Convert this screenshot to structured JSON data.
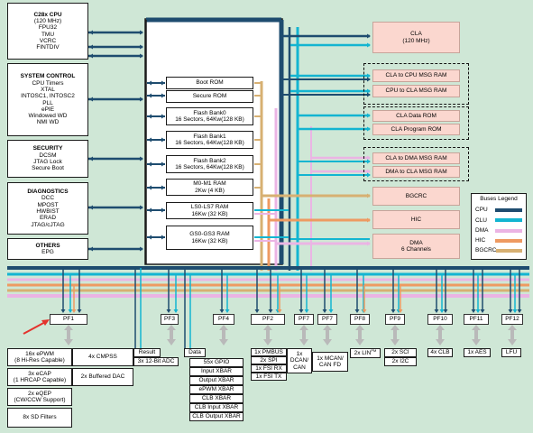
{
  "colors": {
    "cpu": "#1e4c6f",
    "cla": "#13b5d1",
    "dma": "#ebb4e4",
    "hic": "#ee9a62",
    "bgcrc": "#d7b072",
    "background": "#cfe7d6",
    "arrow": "#e4332d",
    "gray_arrow": "#b9b9b9"
  },
  "left_blocks": {
    "cpu": {
      "title": "C28x CPU",
      "lines": [
        "(120 MHz)",
        "FPU32",
        "TMU",
        "VCRC",
        "FINTDIV"
      ]
    },
    "system": {
      "title": "SYSTEM CONTROL",
      "lines": [
        "CPU Timers",
        "XTAL",
        "INTOSC1, INTOSC2",
        "PLL",
        "ePIE",
        "Windowed WD",
        "NMI WD"
      ]
    },
    "security": {
      "title": "SECURITY",
      "lines": [
        "DCSM",
        "JTAG Lock",
        "Secure Boot"
      ]
    },
    "diagnostics": {
      "title": "DIAGNOSTICS",
      "lines": [
        "DCC",
        "MPOST",
        "HWBIST",
        "ERAD",
        "JTAG/cJTAG"
      ]
    },
    "others": {
      "title": "OTHERS",
      "lines": [
        "EPG"
      ]
    }
  },
  "memory": {
    "boot_rom": "Boot ROM",
    "secure_rom": "Secure ROM",
    "flash0": [
      "Flash Bank0",
      "16 Sectors, 64Kw(128 KB)"
    ],
    "flash1": [
      "Flash Bank1",
      "16 Sectors, 64Kw(128 KB)"
    ],
    "flash2": [
      "Flash Bank2",
      "16 Sectors, 64Kw(128 KB)"
    ],
    "m0m1": [
      "M0-M1 RAM",
      "2Kw (4 KB)"
    ],
    "ls": [
      "LS0-LS7 RAM",
      "16Kw (32 KB)"
    ],
    "gs": [
      "GS0-GS3 RAM",
      "16Kw (32 KB)"
    ]
  },
  "right_blocks": {
    "cla": [
      "CLA",
      "(120 MHz)"
    ],
    "cla_cpu": "CLA to CPU MSG RAM",
    "cpu_cla": "CPU to CLA MSG RAM",
    "cla_data": "CLA Data ROM",
    "cla_prog": "CLA Program ROM",
    "cla_dma": "CLA to DMA MSG RAM",
    "dma_cla": "DMA to CLA MSG RAM",
    "bgcrc": "BGCRC",
    "hic": "HIC",
    "dma": [
      "DMA",
      "6 Channels"
    ]
  },
  "legend": {
    "title": "Buses Legend",
    "items": [
      "CPU",
      "CLU",
      "DMA",
      "HIC",
      "BGCRC"
    ]
  },
  "peripheral_frames": [
    "PF1",
    "PF3",
    "PF4",
    "PF2",
    "PF7",
    "PF7",
    "PF8",
    "PF9",
    "PF10",
    "PF11",
    "PF12"
  ],
  "peripherals": {
    "epwm": [
      "16x ePWM",
      "(8 Hi-Res Capable)"
    ],
    "ecap": [
      "3x eCAP",
      "(1 HRCAP Capable)"
    ],
    "eqep": [
      "2x eQEP",
      "(CW/CCW Support)"
    ],
    "sd": "8x SD Filters",
    "cmpss": "4x CMPSS",
    "dac": "2x Buffered DAC",
    "result": "Result",
    "adc": "3x 12-Bit ADC",
    "data": "Data",
    "gpio": "55x GPIO",
    "xbars": [
      "Input XBAR",
      "Output XBAR",
      "ePWM XBAR",
      "CLB XBAR",
      "CLB Input XBAR",
      "CLB Output XBAR"
    ],
    "pmbus": "1x PMBUS",
    "spi": "2x SPI",
    "fsi_rx": "1x FSI RX",
    "fsi_tx": "1x FSI TX",
    "dcan": [
      "1x",
      "DCAN/",
      "CAN"
    ],
    "mcan": [
      "1x MCAN/",
      "CAN FD"
    ],
    "lin": "2x LIN",
    "lin_sup": "PM",
    "sci": "2x SCI",
    "i2c": "2x I2C",
    "clb": "4x CLB",
    "aes": "1x AES",
    "lfu": "LFU"
  }
}
